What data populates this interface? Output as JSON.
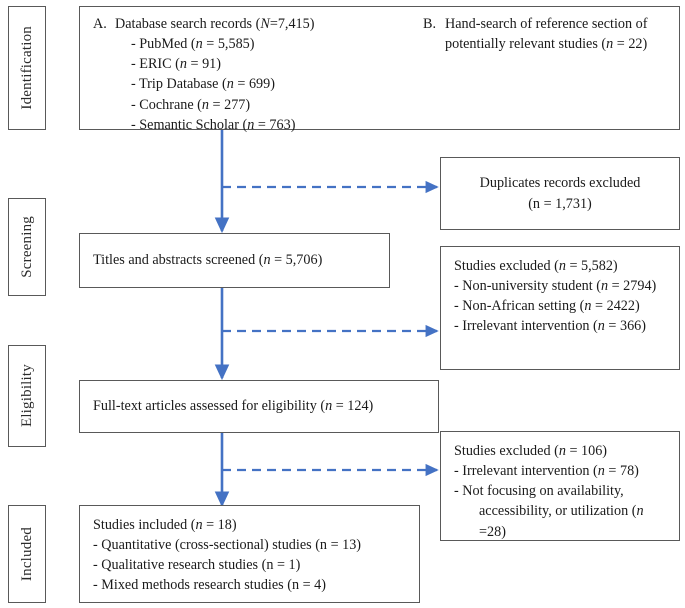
{
  "diagram": {
    "type": "prisma-flow-diagram",
    "accent_color": "#4472C4",
    "border_color": "#595959",
    "text_color": "#1a1a1a"
  },
  "stages": [
    {
      "label": "Identification"
    },
    {
      "label": "Screening"
    },
    {
      "label": "Eligibility"
    },
    {
      "label": "Included"
    }
  ],
  "identification": {
    "source_a": {
      "marker": "A.",
      "title_pre": "Database search records (",
      "title_ital": "N",
      "title_post": "=7,415)",
      "items": [
        {
          "pre": "- PubMed (",
          "ital": "n",
          "post": " = 5,585)"
        },
        {
          "pre": "- ERIC (",
          "ital": "n",
          "post": " = 91)"
        },
        {
          "pre": "- Trip Database (",
          "ital": "n",
          "post": " = 699)"
        },
        {
          "pre": "- Cochrane (",
          "ital": "n",
          "post": " = 277)"
        },
        {
          "pre": "- Semantic Scholar (",
          "ital": "n",
          "post": " = 763)"
        }
      ]
    },
    "source_b": {
      "marker": "B.",
      "line1": "Hand-search of reference section of",
      "line2_pre": "potentially relevant studies (",
      "line2_ital": "n",
      "line2_post": " = 22)"
    }
  },
  "screening": {
    "screened_pre": "Titles and abstracts screened (",
    "screened_ital": "n",
    "screened_post": " = 5,706)",
    "duplicates_line1": "Duplicates records excluded",
    "duplicates_line2": "(n = 1,731)",
    "excluded_title_pre": "Studies excluded (",
    "excluded_title_ital": "n",
    "excluded_title_post": " = 5,582)",
    "excluded_items": [
      {
        "pre": "- Non-university student (",
        "ital": "n",
        "post": " = 2794)"
      },
      {
        "pre": "- Non-African setting (",
        "ital": "n",
        "post": " = 2422)"
      },
      {
        "pre": "- Irrelevant intervention (",
        "ital": "n",
        "post": " = 366)"
      }
    ]
  },
  "eligibility": {
    "fulltext_pre": "Full-text articles assessed for eligibility (",
    "fulltext_ital": "n",
    "fulltext_post": " = 124)",
    "excluded_title_pre": "Studies excluded (",
    "excluded_title_ital": "n",
    "excluded_title_post": " = 106)",
    "excluded_items": [
      {
        "pre": "- Irrelevant intervention (",
        "ital": "n",
        "post": " = 78)"
      }
    ],
    "excluded_wrap": {
      "line1": "- Not focusing on availability,",
      "line2_pre": "accessibility, or utilization (",
      "line2_ital": "n",
      "line2_post": " =28)"
    }
  },
  "included": {
    "title_pre": "Studies included (",
    "title_ital": "n",
    "title_post": " = 18)",
    "items": [
      {
        "text": "- Quantitative (cross-sectional) studies (n = 13)"
      },
      {
        "text": "- Qualitative research studies (n = 1)"
      },
      {
        "text": "- Mixed methods research studies (n = 4)"
      }
    ]
  }
}
